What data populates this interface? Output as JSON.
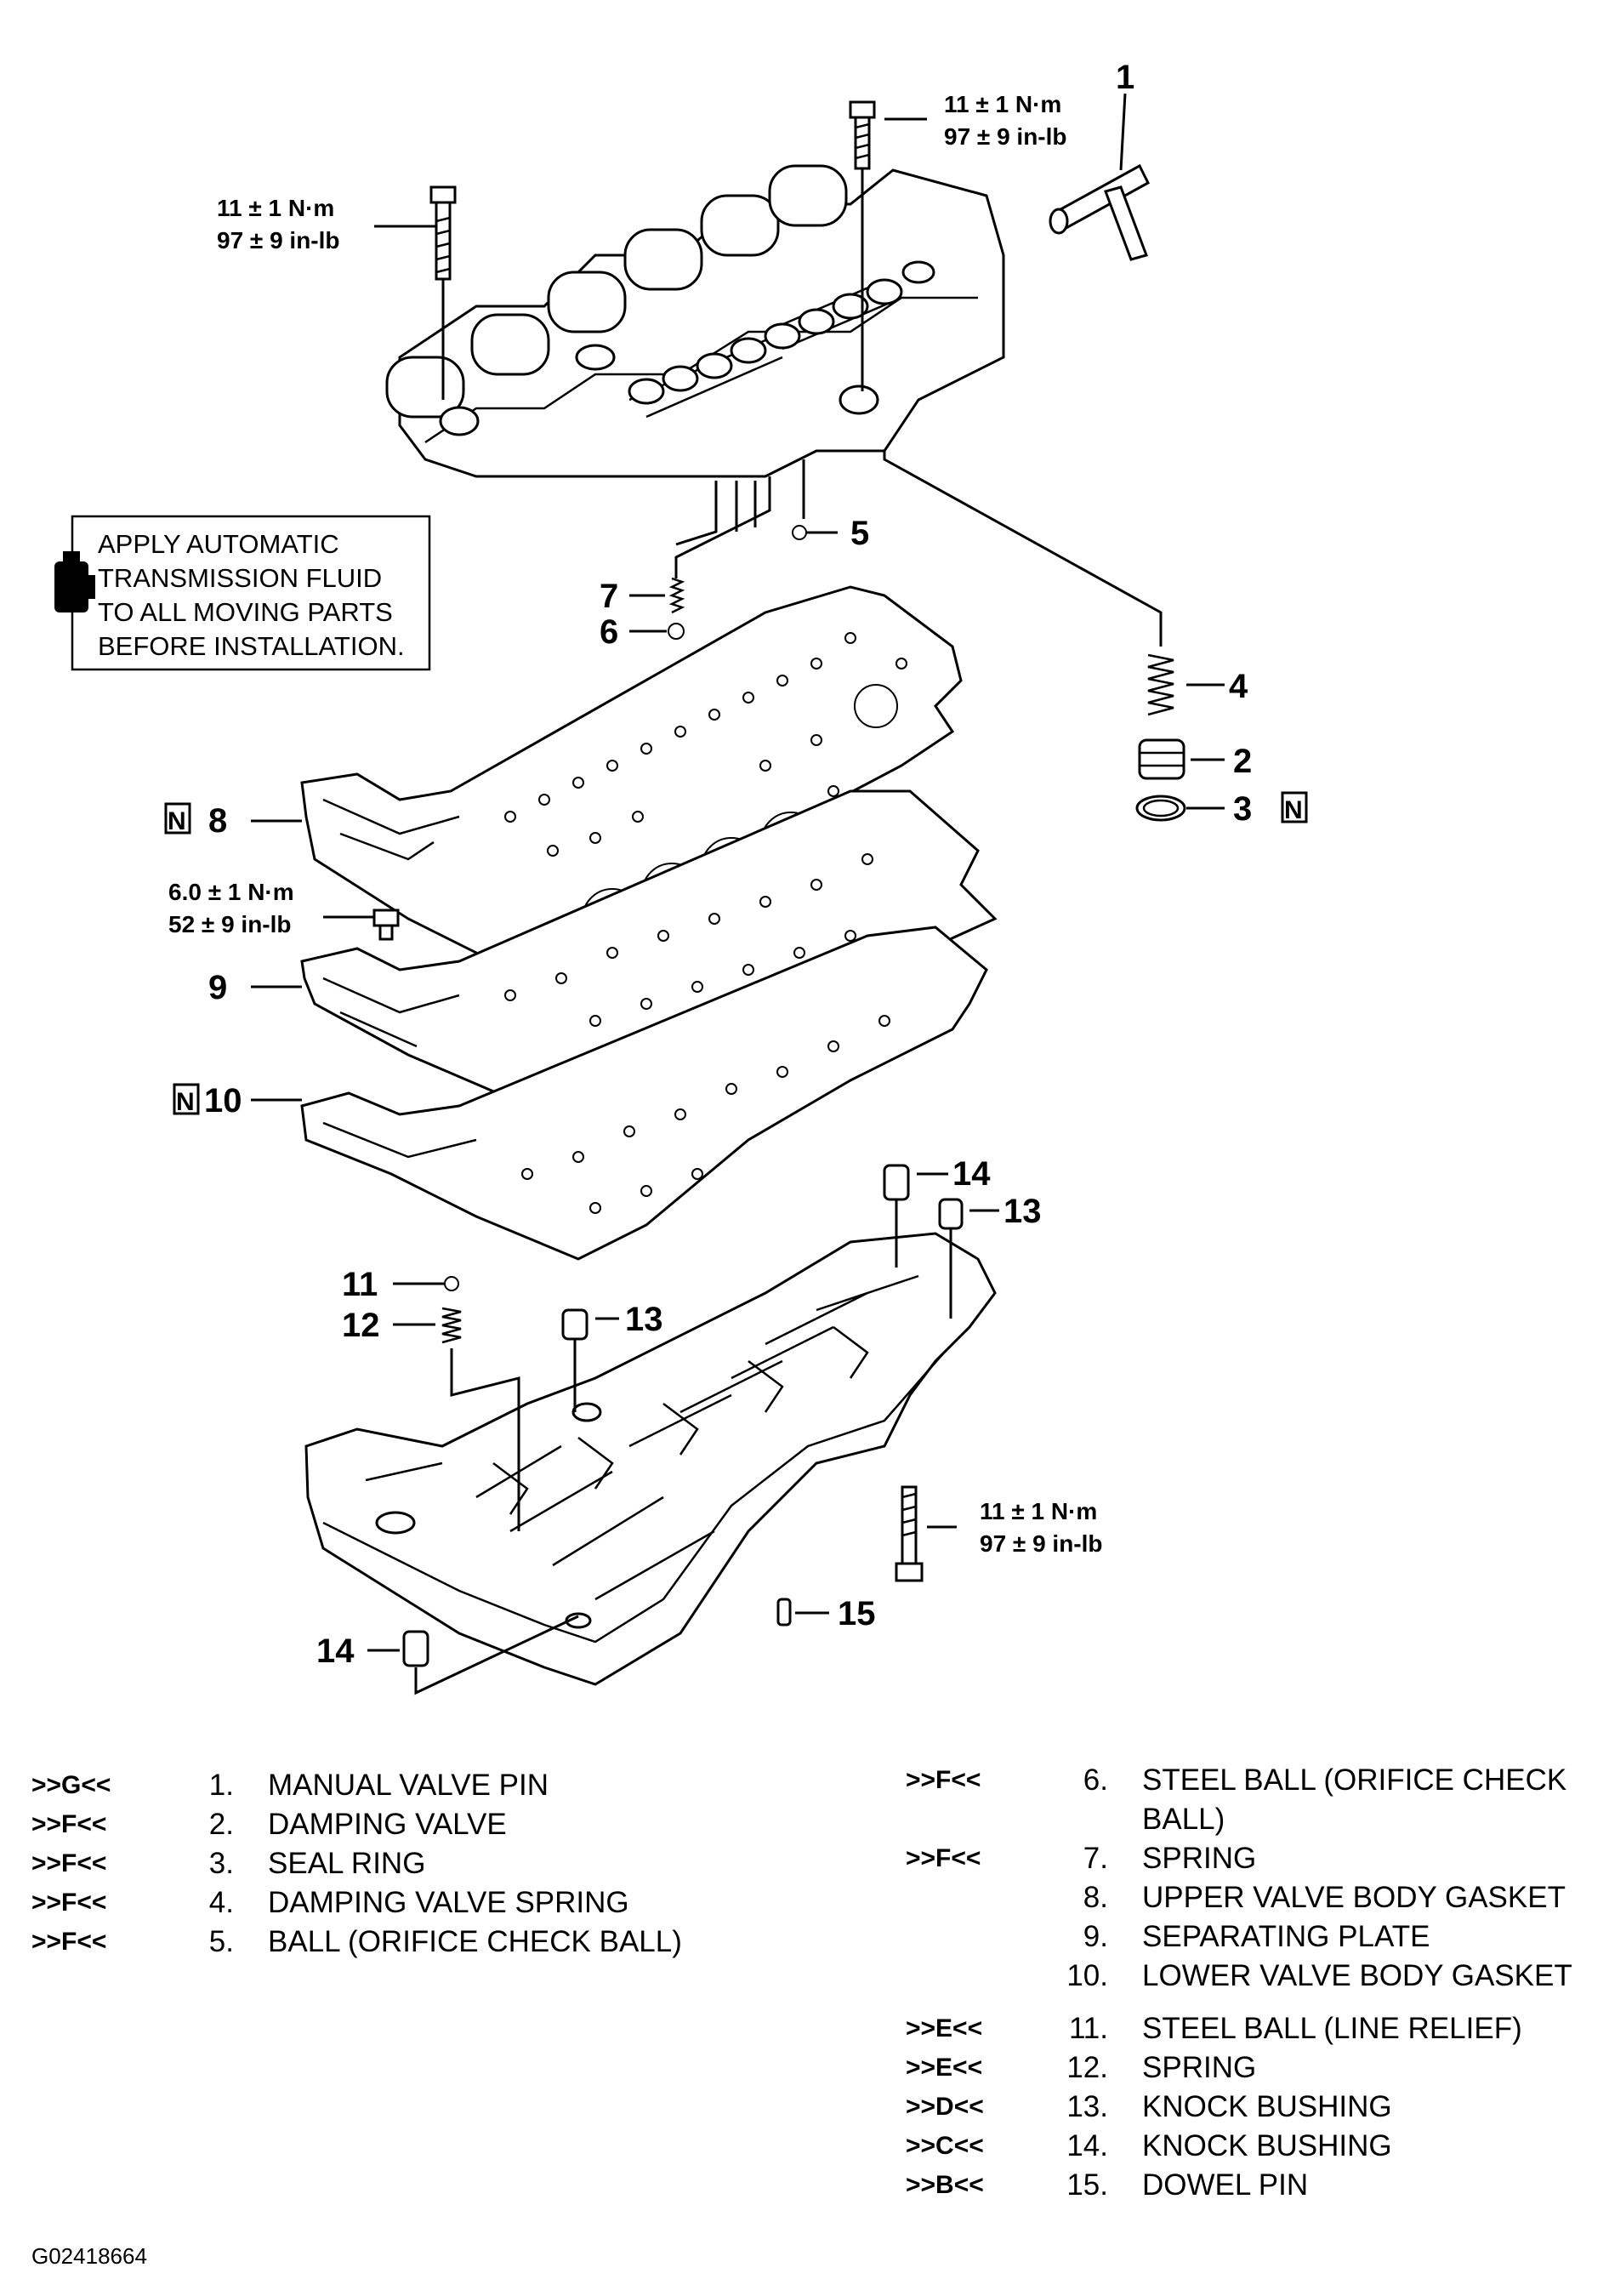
{
  "note": {
    "lines": [
      "APPLY AUTOMATIC",
      "TRANSMISSION FLUID",
      "TO ALL MOVING PARTS",
      "BEFORE INSTALLATION."
    ]
  },
  "torque": {
    "upper_right": [
      "11 ± 1 N·m",
      "97 ± 9 in-lb"
    ],
    "upper_left": [
      "11 ± 1 N·m",
      "97 ± 9 in-lb"
    ],
    "plate_bolt": [
      "6.0 ± 1 N·m",
      "52 ± 9 in-lb"
    ],
    "lower_right": [
      "11 ± 1 N·m",
      "97 ± 9 in-lb"
    ]
  },
  "callouts": {
    "c1": "1",
    "c2": "2",
    "c3": "3",
    "c4": "4",
    "c5": "5",
    "c6": "6",
    "c7": "7",
    "c8": "8",
    "c9": "9",
    "c10": "10",
    "c11": "11",
    "c12": "12",
    "c13a": "13",
    "c13b": "13",
    "c14a": "14",
    "c14b": "14",
    "c15": "15",
    "new_mark": "N"
  },
  "legend_left": [
    {
      "code": ">>G<<",
      "num": "1.",
      "desc": "MANUAL VALVE PIN"
    },
    {
      "code": ">>F<<",
      "num": "2.",
      "desc": "DAMPING VALVE"
    },
    {
      "code": ">>F<<",
      "num": "3.",
      "desc": "SEAL RING"
    },
    {
      "code": ">>F<<",
      "num": "4.",
      "desc": "DAMPING VALVE SPRING"
    },
    {
      "code": ">>F<<",
      "num": "5.",
      "desc": "BALL (ORIFICE CHECK BALL)"
    }
  ],
  "legend_right": [
    {
      "code": ">>F<<",
      "num": "6.",
      "desc": "STEEL BALL (ORIFICE CHECK\nBALL)"
    },
    {
      "code": ">>F<<",
      "num": "7.",
      "desc": "SPRING"
    },
    {
      "code": "",
      "num": "8.",
      "desc": "UPPER VALVE BODY GASKET"
    },
    {
      "code": "",
      "num": "9.",
      "desc": "SEPARATING PLATE"
    },
    {
      "code": "",
      "num": "10.",
      "desc": "LOWER VALVE BODY GASKET"
    },
    {
      "code": ">>E<<",
      "num": "11.",
      "desc": "STEEL BALL (LINE RELIEF)"
    },
    {
      "code": ">>E<<",
      "num": "12.",
      "desc": "SPRING"
    },
    {
      "code": ">>D<<",
      "num": "13.",
      "desc": "KNOCK BUSHING"
    },
    {
      "code": ">>C<<",
      "num": "14.",
      "desc": "KNOCK BUSHING"
    },
    {
      "code": ">>B<<",
      "num": "15.",
      "desc": "DOWEL PIN"
    }
  ],
  "figure_id": "G02418664"
}
